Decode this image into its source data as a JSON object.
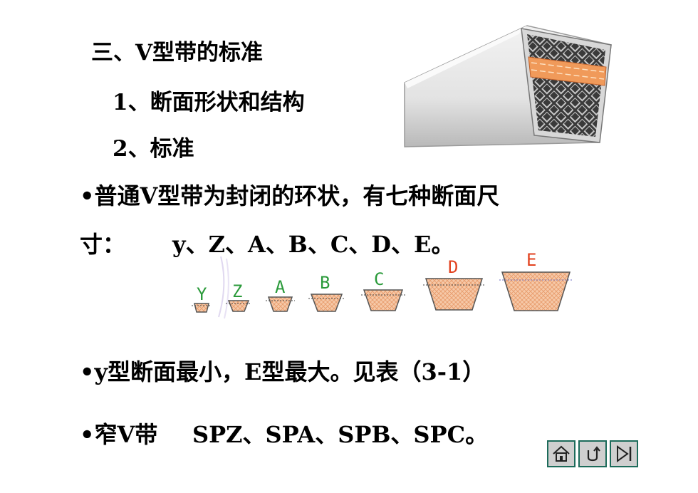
{
  "heading": "三、V型带的标准",
  "items": [
    "1、断面形状和结构",
    "2、标准"
  ],
  "paragraph1": {
    "line1": "•普通V型带为封闭的环状，有七种断面尺",
    "line2_prefix": "寸：",
    "line2_types": "y、Z、A、B、C、D、E。"
  },
  "section_labels": [
    "Y",
    "Z",
    "A",
    "B",
    "C",
    "D",
    "E"
  ],
  "paragraph2": "•y型断面最小，E型最大。见表（3-1）",
  "paragraph3": {
    "prefix": "•窄V带",
    "types": "SPZ、SPA、SPB、SPC。"
  },
  "colors": {
    "belt_fill": "#f6c9a8",
    "belt_hatch": "#e89a6a",
    "label_green": "#2a9a3a",
    "label_orange": "#e2421f",
    "nav_border": "#1c6b5a"
  },
  "nav_icons": [
    "home-icon",
    "return-icon",
    "next-end-icon"
  ]
}
